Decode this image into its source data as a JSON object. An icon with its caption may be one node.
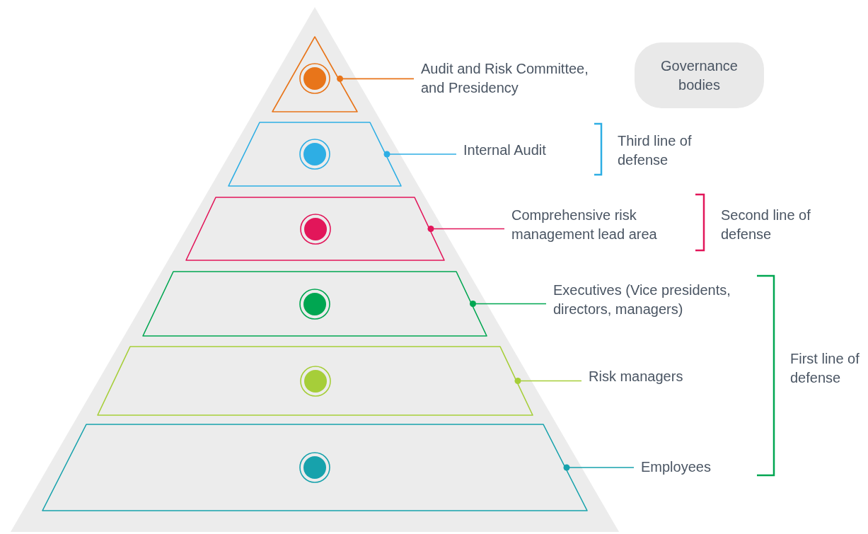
{
  "diagram": {
    "nodes": [
      {
        "text": [],
        "shape": "triangle"
      },
      {
        "text": [],
        "shape": "triangle",
        "in": 0
      },
      {
        "text": [],
        "shape": "trapezoid",
        "in": 0
      },
      {
        "text": [],
        "shape": "trapezoid",
        "in": 0
      },
      {
        "text": [],
        "shape": "trapezoid",
        "in": 0
      },
      {
        "text": [],
        "shape": "trapezoid",
        "in": 0
      },
      {
        "text": [],
        "shape": "trapezoid",
        "in": 0
      },
      {
        "text": [
          "Audit and Risk Committee, and Presidency"
        ]
      },
      {
        "text": [
          "Internal Audit"
        ]
      },
      {
        "text": [
          "Comprehensive risk management lead area"
        ]
      },
      {
        "text": [
          "Executives (Vice presidents, directors, managers)"
        ]
      },
      {
        "text": [
          "Risk managers"
        ]
      },
      {
        "text": [
          "Employees"
        ]
      },
      {
        "text": [
          "Governance bodies"
        ]
      }
    ],
    "edges": [
      {
        "from": 7,
        "to": 1,
        "arrow": "other",
        "color": "#e8751a"
      },
      {
        "from": 8,
        "to": 2,
        "arrow": "other",
        "color": "#2eaee4"
      },
      {
        "from": 9,
        "to": 3,
        "arrow": "other",
        "color": "#e2165a"
      },
      {
        "from": 10,
        "to": 4,
        "arrow": "other",
        "color": "#00a651"
      },
      {
        "from": 11,
        "to": 5,
        "arrow": "other",
        "color": "#a6ce39"
      },
      {
        "from": 12,
        "to": 6,
        "arrow": "other",
        "color": "#17a2ac"
      }
    ],
    "labels": [
      "Third line of defense",
      "Second line of defense",
      "First line of defense"
    ]
  }
}
